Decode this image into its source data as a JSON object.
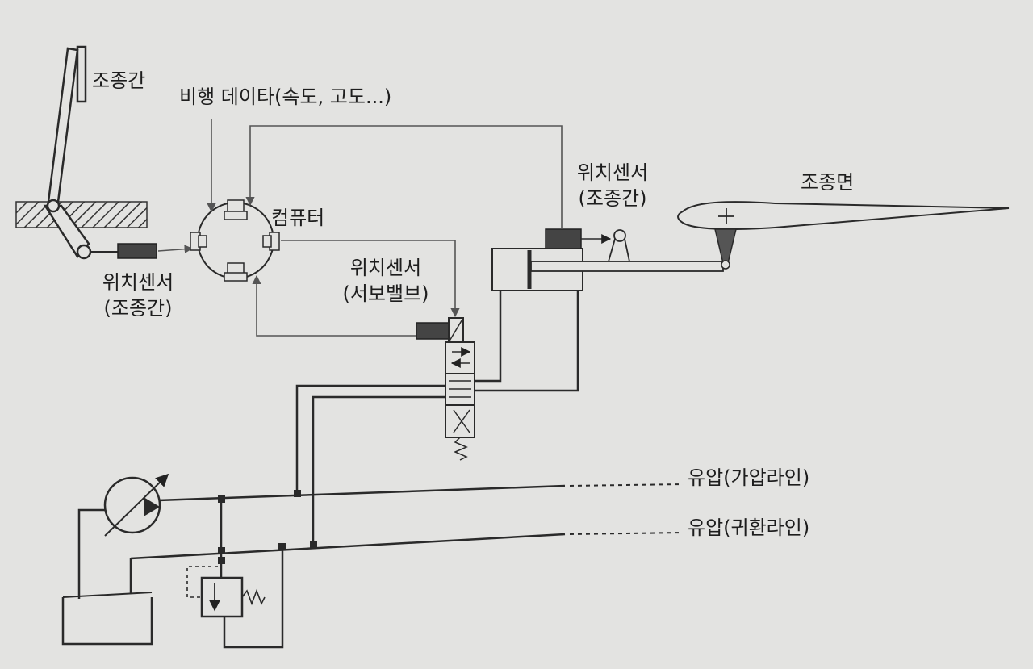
{
  "labels": {
    "control_stick": "조종간",
    "flight_data": "비행 데이타(속도, 고도...)",
    "computer": "컴퓨터",
    "pos_sensor_stick_left": "위치센서",
    "pos_sensor_stick_left_sub": "(조종간)",
    "pos_sensor_servo": "위치센서",
    "pos_sensor_servo_sub": "(서보밸브)",
    "pos_sensor_stick_right": "위치센서",
    "pos_sensor_stick_right_sub": "(조종간)",
    "control_surface": "조종면",
    "hyd_pressure_line": "유압(가압라인)",
    "hyd_return_line": "유압(귀환라인)"
  },
  "colors": {
    "line": "#2a2a2a",
    "sensor": "#444444",
    "background": "#e3e3e1"
  }
}
